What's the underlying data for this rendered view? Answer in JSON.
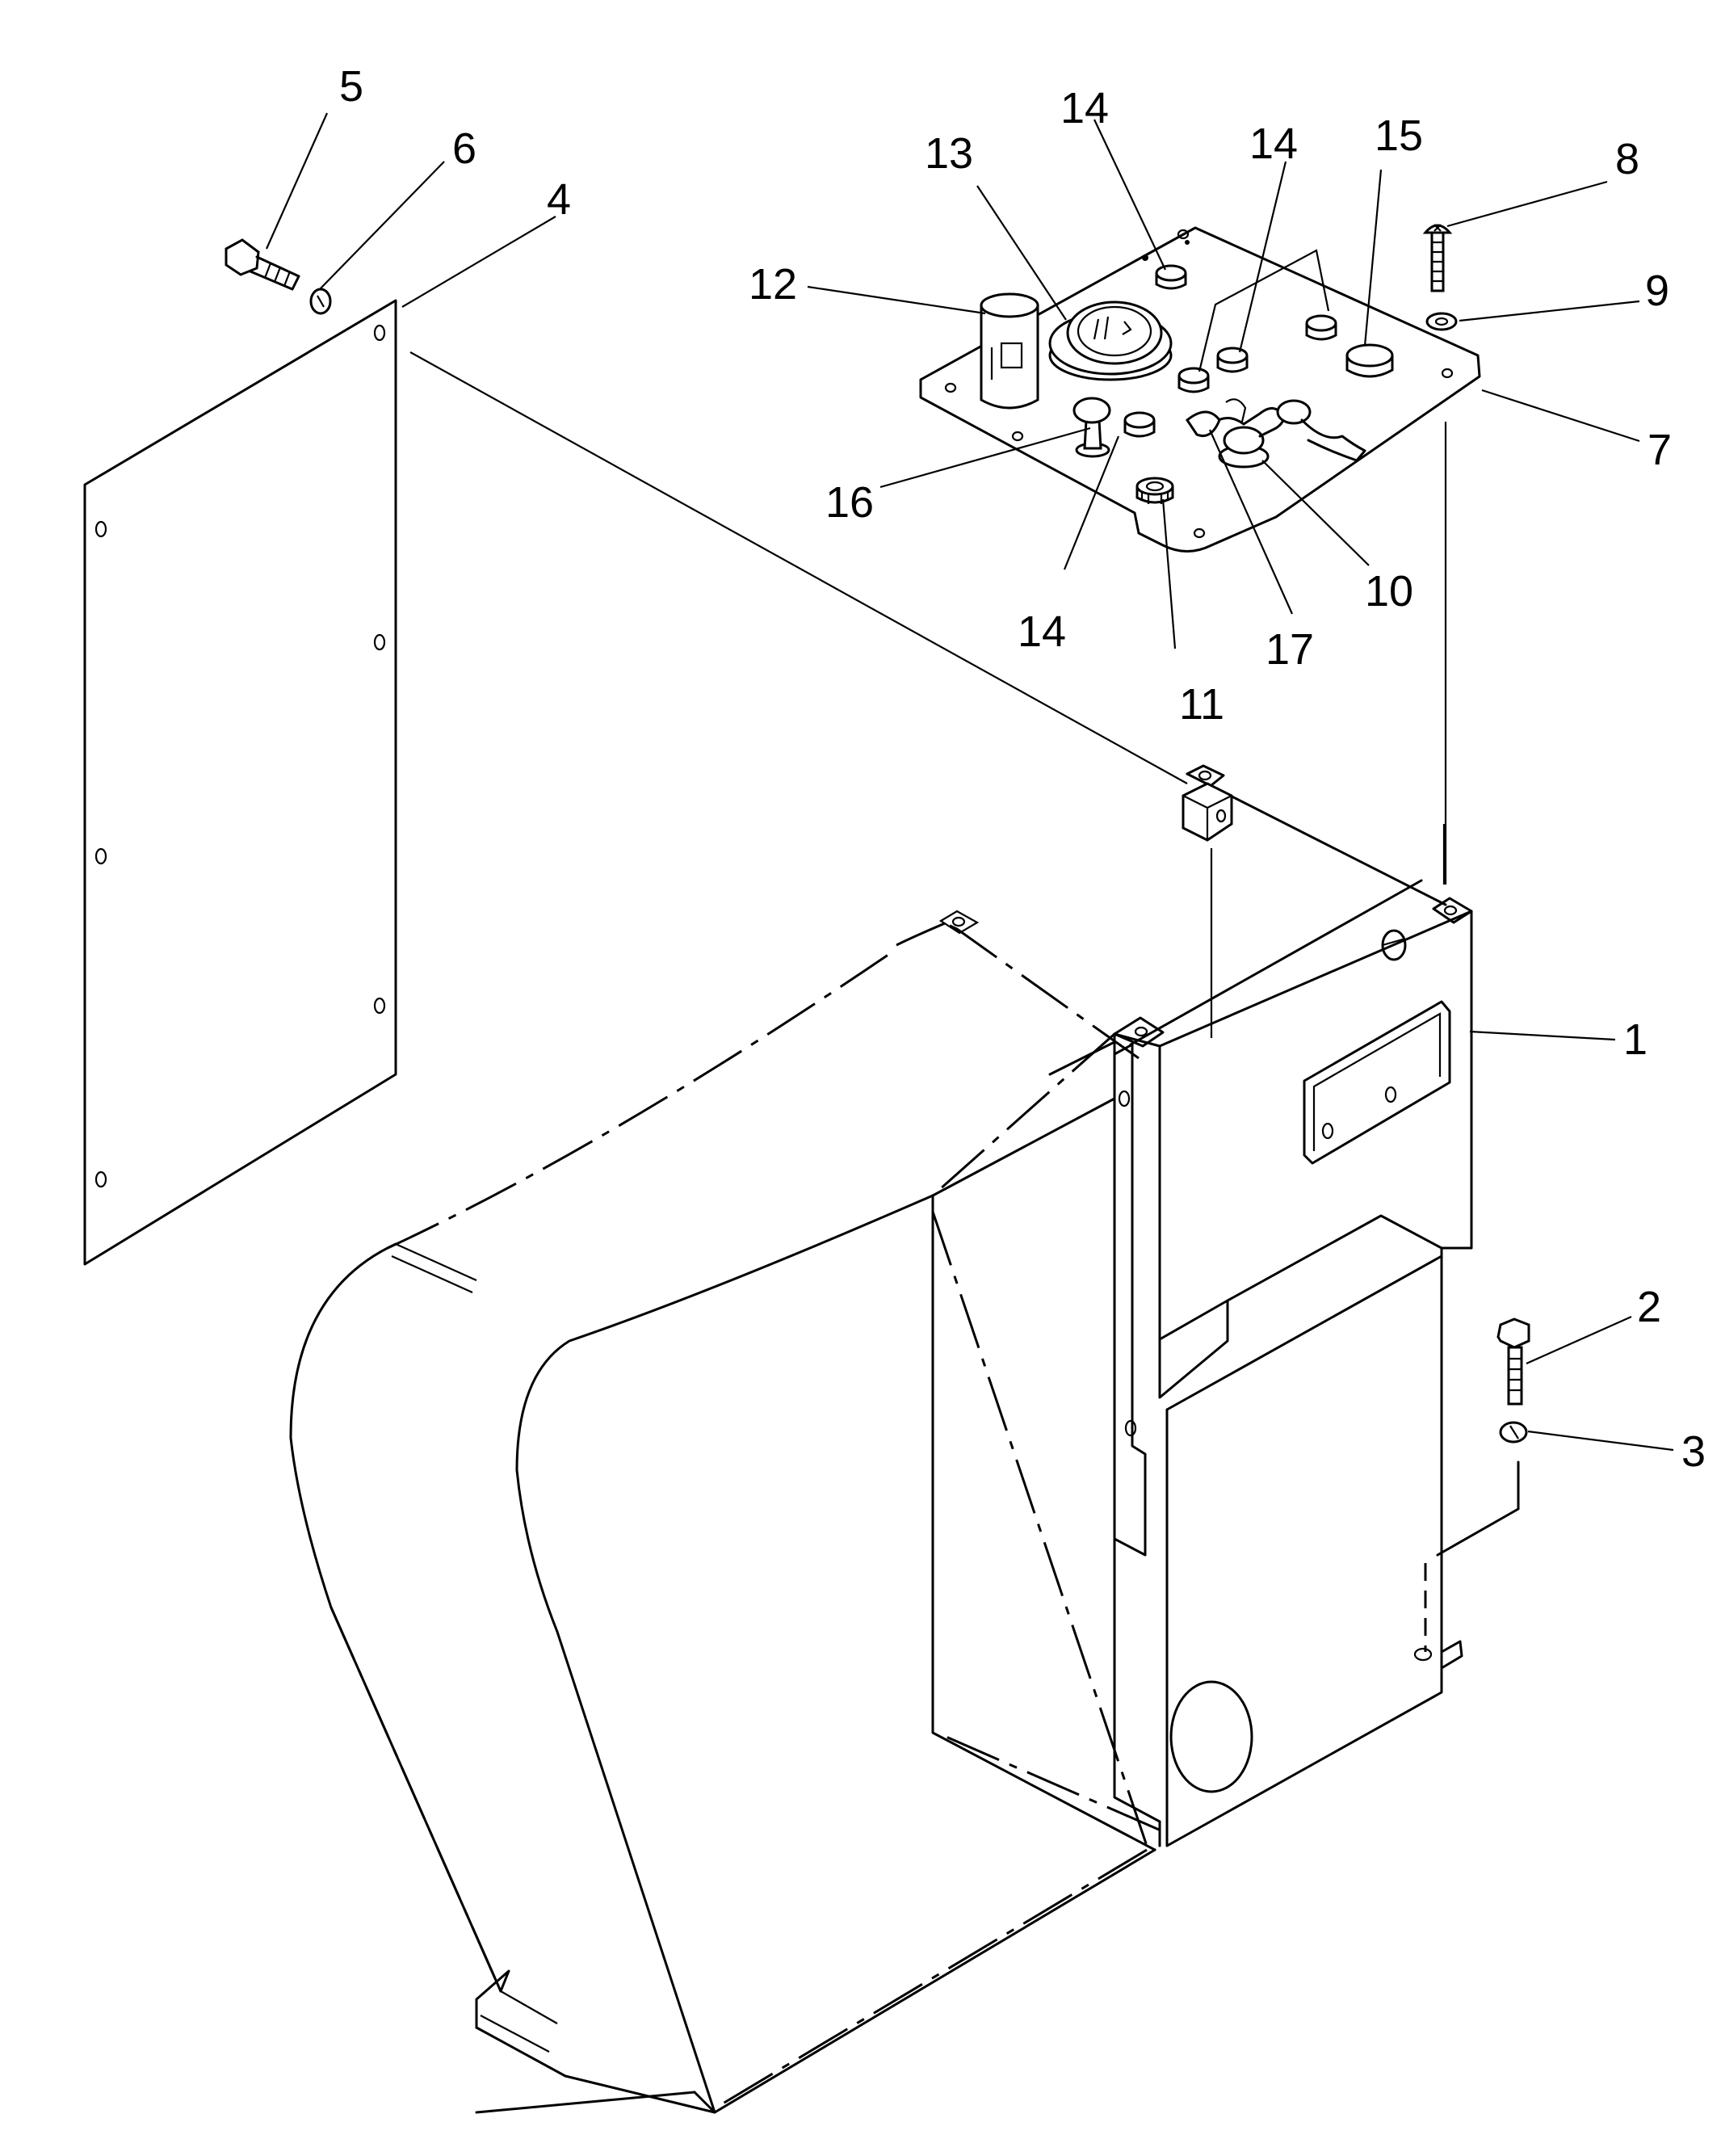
{
  "callouts": {
    "c1": "1",
    "c2": "2",
    "c3": "3",
    "c4": "4",
    "c5": "5",
    "c6": "6",
    "c7": "7",
    "c8": "8",
    "c9": "9",
    "c10": "10",
    "c11": "11",
    "c12": "12",
    "c13": "13",
    "c14a": "14",
    "c14b": "14",
    "c14c": "14",
    "c15": "15",
    "c16": "16",
    "c17": "17"
  }
}
